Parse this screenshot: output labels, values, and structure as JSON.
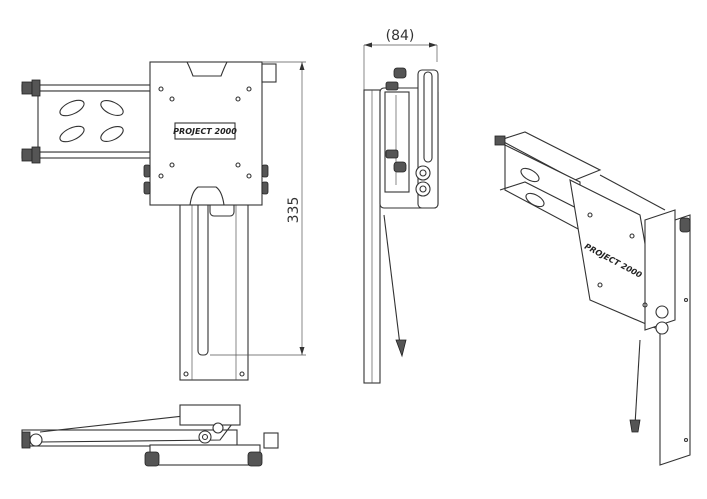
{
  "dimensions": {
    "height_label": "335",
    "depth_label": "(84)"
  },
  "logo_text": "PROJECT 2000"
}
